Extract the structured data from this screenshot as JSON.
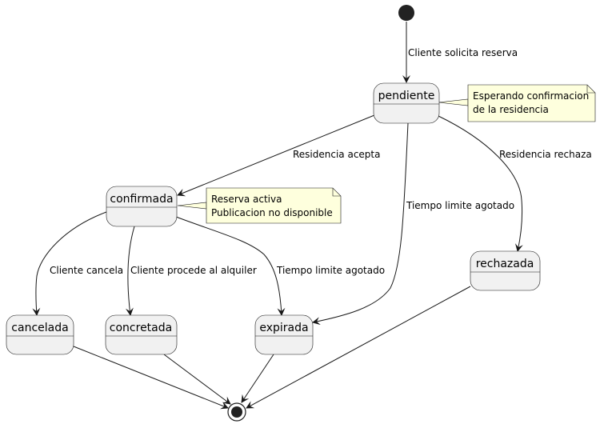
{
  "diagram": {
    "states": {
      "pendiente": "pendiente",
      "confirmada": "confirmada",
      "rechazada": "rechazada",
      "cancelada": "cancelada",
      "concretada": "concretada",
      "expirada": "expirada"
    },
    "transitions": {
      "initial_to_pendiente": "Cliente solicita reserva",
      "pendiente_to_confirmada": "Residencia acepta",
      "pendiente_to_expirada": "Tiempo limite agotado",
      "pendiente_to_rechazada": "Residencia rechaza",
      "confirmada_to_cancelada": "Cliente cancela",
      "confirmada_to_concretada": "Cliente procede al alquiler",
      "confirmada_to_expirada": "Tiempo limite agotado"
    },
    "notes": {
      "pendiente": [
        "Esperando confirmacion",
        "de la residencia"
      ],
      "confirmada": [
        "Reserva activa",
        "Publicacion no disponible"
      ]
    }
  }
}
